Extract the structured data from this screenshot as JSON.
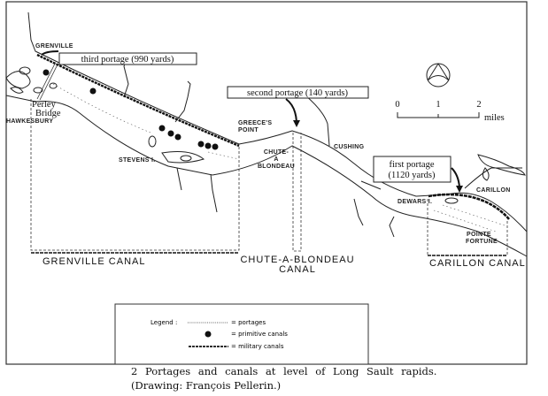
{
  "map": {
    "places": {
      "grenville": "GRENVILLE",
      "perley_1": "Perley",
      "perley_2": "Bridge",
      "hawkesbury": "HAWKESBURY",
      "stevens": "STEVENS I.",
      "greeces_1": "GREECE'S",
      "greeces_2": "POINT",
      "chute_1": "CHUTE-",
      "chute_2": "A",
      "chute_3": "BLONDEAU",
      "cushing": "CUSHING",
      "carillon": "CARILLON",
      "dewars": "DEWARS I.",
      "pointe_1": "POINTE",
      "pointe_2": "FORTUNE"
    },
    "portages": {
      "third": "third portage (990 yards)",
      "second": "second portage (140 yards)",
      "first_1": "first portage",
      "first_2": "(1120 yards)"
    },
    "canals": {
      "grenville": "GRENVILLE CANAL",
      "chute_1": "CHUTE-A-BLONDEAU",
      "chute_2": "CANAL",
      "carillon": "CARILLON CANAL"
    },
    "scale": {
      "t0": "0",
      "t1": "1",
      "t2": "2",
      "unit": "miles"
    },
    "legend": {
      "title": "Legend :",
      "portages": "= portages",
      "primitive": "= primitive canals",
      "military": "= military canals"
    }
  },
  "caption": {
    "line1": "2 Portages and canals at level of Long Sault rapids.",
    "line2": "(Drawing: François Pellerin.)"
  }
}
